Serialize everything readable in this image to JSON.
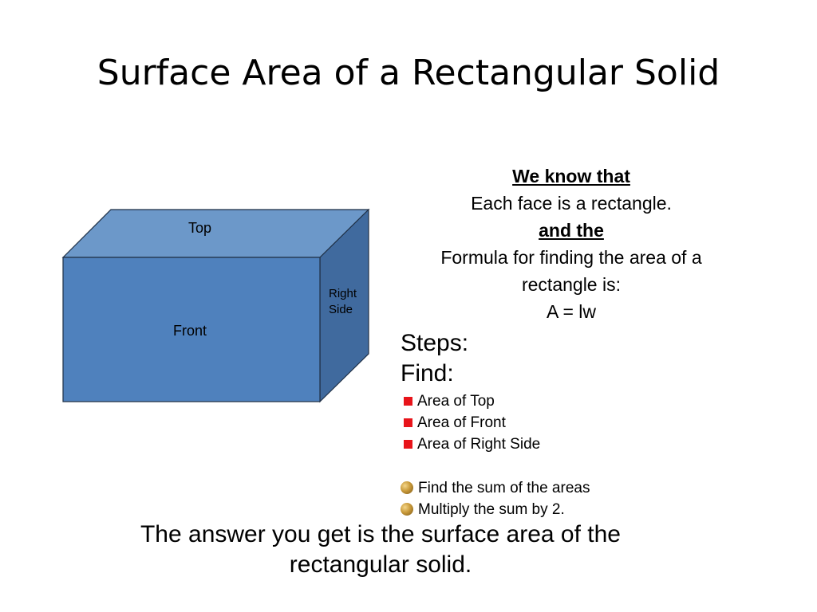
{
  "slide": {
    "title": "Surface Area of a Rectangular Solid",
    "box_labels": {
      "top": "Top",
      "front": "Front",
      "right_line1": "Right",
      "right_line2": "Side"
    },
    "colors": {
      "front": "#4f81bd",
      "top": "#6c98c9",
      "right": "#406a9e",
      "stroke": "#1f2f44",
      "bullet_square": "#e8141a"
    },
    "known": {
      "heading1": "We know that",
      "line1": "Each face is a rectangle.",
      "heading2": "and the",
      "line2a": "Formula for finding the area of a",
      "line2b": "rectangle is:",
      "formula": "A = lw"
    },
    "steps": {
      "label": "Steps:",
      "find": "Find:",
      "items": [
        "Area of Top",
        "Area of Front",
        "Area of Right Side"
      ],
      "after": [
        "Find the sum of the areas",
        "Multiply the sum by 2."
      ]
    },
    "answer": {
      "line1": "The answer you get is the surface area of the",
      "line2": "rectangular solid."
    }
  }
}
